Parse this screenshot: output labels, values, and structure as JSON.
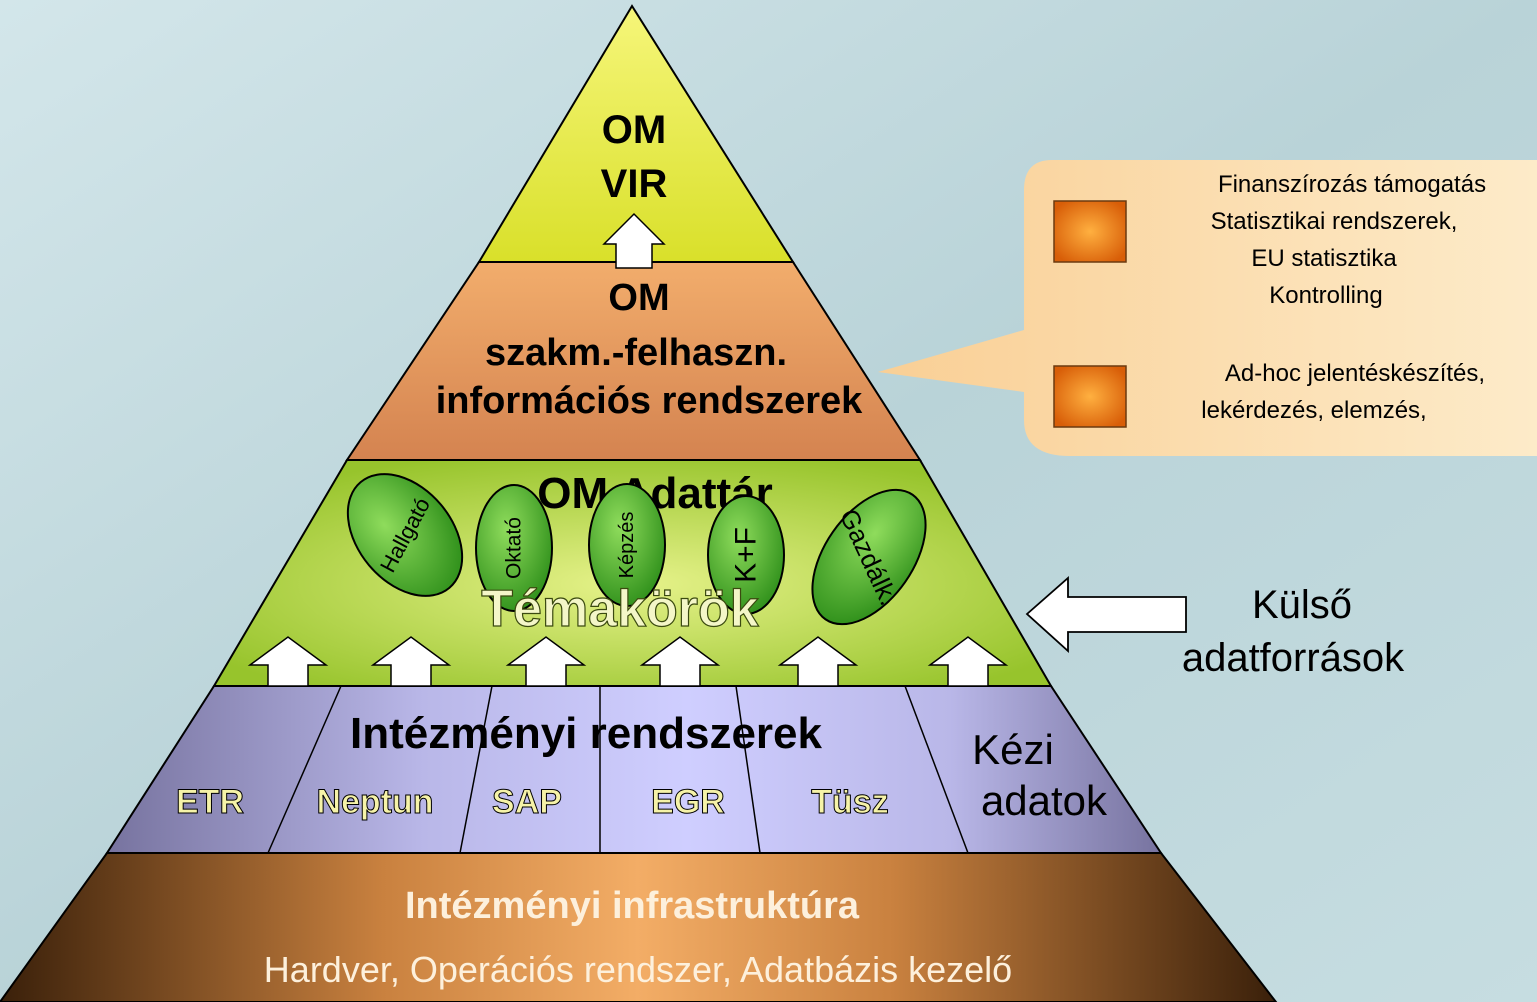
{
  "pyramid": {
    "apex": {
      "line1": "OM",
      "line2": "VIR"
    },
    "upper": {
      "line1": "OM",
      "line2": "szakm.-felhaszn.",
      "line3": "információs rendszerek"
    },
    "warehouse": {
      "title": "OM Adattár",
      "subtitle": "Témakörök",
      "topics": [
        "Hallgató",
        "Oktató",
        "Képzés",
        "K+F",
        "Gazdálk."
      ]
    },
    "institutional": {
      "title": "Intézményi rendszerek",
      "systems": [
        "ETR",
        "Neptun",
        "SAP",
        "EGR",
        "Tüsz"
      ],
      "manual": {
        "line1": "Kézi",
        "line2": "adatok"
      }
    },
    "infrastructure": {
      "title": "Intézményi infrastruktúra",
      "subtitle": "Hardver, Operációs rendszer, Adatbázis kezelő"
    }
  },
  "external": {
    "line1": "Külső",
    "line2": "adatforrások"
  },
  "callout": {
    "item1": {
      "lines": [
        "Finanszírozás támogatás",
        "Statisztikai rendszerek,",
        "EU statisztika",
        "Kontrolling"
      ]
    },
    "item2": {
      "lines": [
        "Ad-hoc jelentéskészítés,",
        "lekérdezés, elemzés,"
      ]
    }
  },
  "colors": {
    "apex": "#e6ec2e",
    "upper": "#e89a5c",
    "warehouse": "#a9cf3a",
    "institutional": "#b8b6e6",
    "infrastructure_dark": "#4a2a10",
    "infrastructure_light": "#f0a860",
    "callout": "#fbd9a4",
    "bullet": "#e87a10",
    "topic": "#4caf2a",
    "background": "#c9dfe3"
  }
}
